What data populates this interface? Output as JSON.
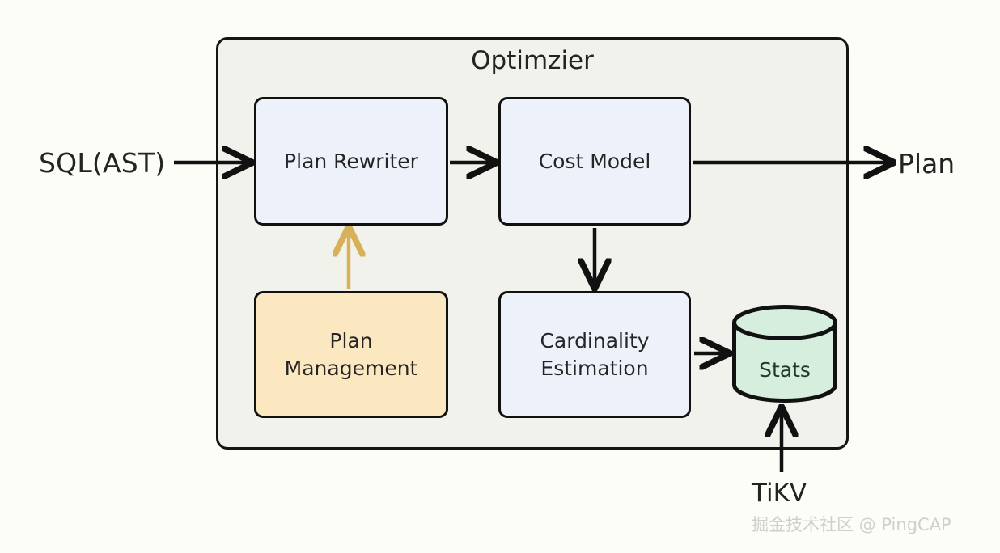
{
  "diagram": {
    "title": "Optimzier",
    "background_color": "#fdfdf8",
    "container_fill": "#f2f2ec",
    "container_stroke": "#151515"
  },
  "external": {
    "input_label": "SQL(AST)",
    "output_label": "Plan",
    "source_label": "TiKV"
  },
  "watermark": {
    "text": "掘金技术社区 @ PingCAP",
    "color": "#cfcfcf"
  },
  "nodes": {
    "plan_rewriter": {
      "label": "Plan Rewriter",
      "fill": "#edf1f9"
    },
    "cost_model": {
      "label": "Cost Model",
      "fill": "#edf1f9"
    },
    "plan_management": {
      "label": "Plan\nManagement",
      "line1": "Plan",
      "line2": "Management",
      "fill": "#fbe8c0"
    },
    "cardinality_estimation": {
      "label": "Cardinality\nEstimation",
      "line1": "Cardinality",
      "line2": "Estimation",
      "fill": "#edf1f9"
    },
    "stats": {
      "label": "Stats",
      "fill": "#d6eedd",
      "shape": "cylinder"
    }
  },
  "edges": [
    {
      "from": "SQL(AST)",
      "to": "Plan Rewriter",
      "color": "#111111",
      "direction": "right"
    },
    {
      "from": "Plan Rewriter",
      "to": "Cost Model",
      "color": "#111111",
      "direction": "right"
    },
    {
      "from": "Cost Model",
      "to": "Plan",
      "color": "#111111",
      "direction": "right"
    },
    {
      "from": "Cost Model",
      "to": "Cardinality Estimation",
      "color": "#111111",
      "direction": "down"
    },
    {
      "from": "Plan Management",
      "to": "Plan Rewriter",
      "color": "#d9b05a",
      "direction": "up"
    },
    {
      "from": "Cardinality Estimation",
      "to": "Stats",
      "color": "#111111",
      "direction": "right"
    },
    {
      "from": "TiKV",
      "to": "Stats",
      "color": "#111111",
      "direction": "up"
    }
  ]
}
